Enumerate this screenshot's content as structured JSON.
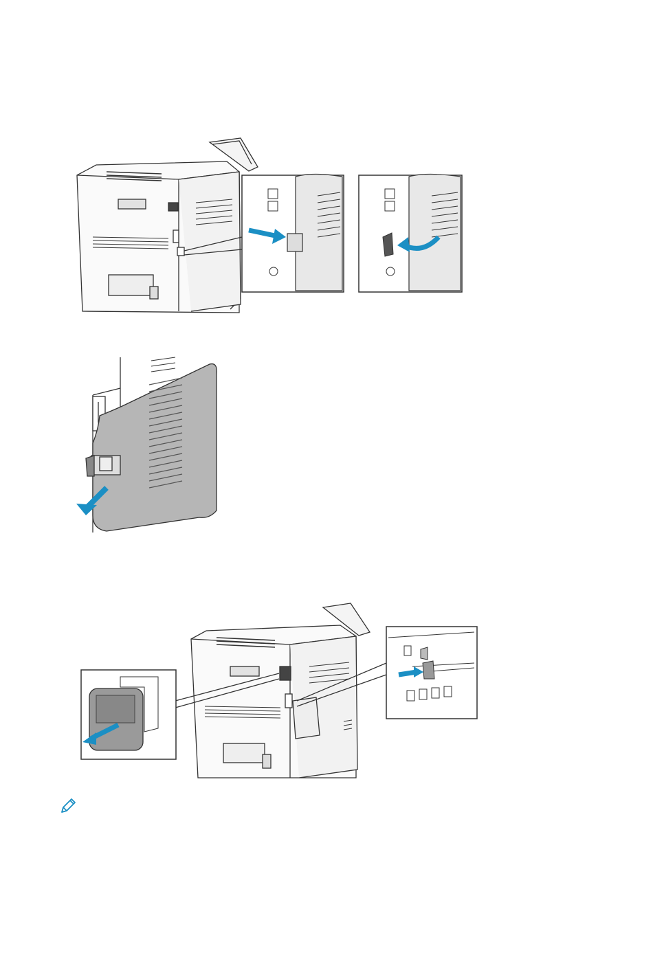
{
  "page": {
    "background": "#ffffff",
    "accent_arrow_color": "#1b8fc4",
    "line_color": "#333333",
    "panel_fill": "#e6e6e6"
  },
  "figures": [
    {
      "name": "figure-remove-rear-cover-latch",
      "icons": [
        "printer-rear-illustration",
        "latch-inset",
        "rotate-latch-inset"
      ]
    },
    {
      "name": "figure-open-side-cover",
      "icons": [
        "side-cover-illustration",
        "down-arrow"
      ]
    },
    {
      "name": "figure-install-wireless-adapter",
      "icons": [
        "printer-rear-illustration",
        "adapter-inset",
        "connector-inset"
      ]
    }
  ],
  "note": {
    "icon": "pencil-icon"
  }
}
